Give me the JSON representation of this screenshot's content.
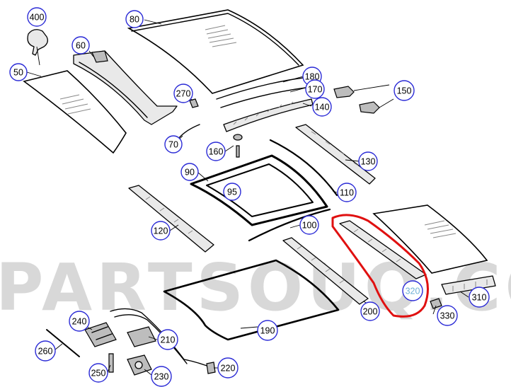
{
  "watermark": "PARTSOUQ.COM",
  "callouts": [
    {
      "id": "400",
      "label": "400"
    },
    {
      "id": "80",
      "label": "80"
    },
    {
      "id": "60",
      "label": "60"
    },
    {
      "id": "50",
      "label": "50"
    },
    {
      "id": "270",
      "label": "270"
    },
    {
      "id": "180",
      "label": "180"
    },
    {
      "id": "170",
      "label": "170"
    },
    {
      "id": "150",
      "label": "150"
    },
    {
      "id": "140",
      "label": "140"
    },
    {
      "id": "70",
      "label": "70"
    },
    {
      "id": "160",
      "label": "160"
    },
    {
      "id": "130",
      "label": "130"
    },
    {
      "id": "90",
      "label": "90"
    },
    {
      "id": "95",
      "label": "95"
    },
    {
      "id": "110",
      "label": "110"
    },
    {
      "id": "120",
      "label": "120"
    },
    {
      "id": "100",
      "label": "100"
    },
    {
      "id": "320",
      "label": "320"
    },
    {
      "id": "310",
      "label": "310"
    },
    {
      "id": "330",
      "label": "330"
    },
    {
      "id": "200",
      "label": "200"
    },
    {
      "id": "240",
      "label": "240"
    },
    {
      "id": "190",
      "label": "190"
    },
    {
      "id": "210",
      "label": "210"
    },
    {
      "id": "260",
      "label": "260"
    },
    {
      "id": "250",
      "label": "250"
    },
    {
      "id": "230",
      "label": "230"
    },
    {
      "id": "220",
      "label": "220"
    }
  ],
  "highlight": {
    "part": "320",
    "color": "#e01010"
  }
}
